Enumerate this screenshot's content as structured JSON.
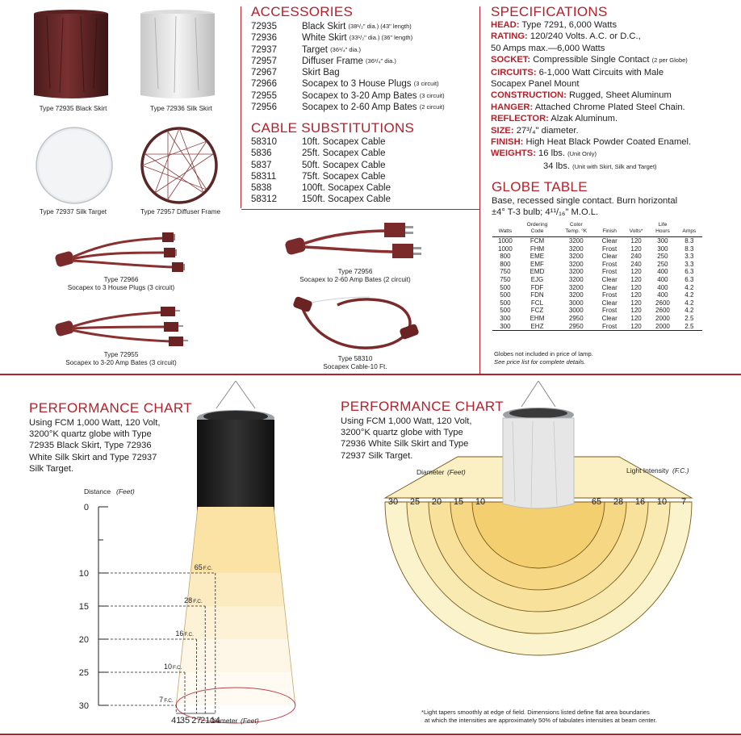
{
  "photos": {
    "black_skirt_caption": "Type 72935 Black Skirt",
    "silk_skirt_caption": "Type 72936 Silk Skirt",
    "silk_target_caption": "Type 72937 Silk Target",
    "diffuser_frame_caption": "Type 72957 Diffuser Frame",
    "house_plugs_caption_1": "Type 72966",
    "house_plugs_caption_2": "Socapex to 3 House Plugs (3 circuit)",
    "bates60_caption_1": "Type 72956",
    "bates60_caption_2": "Socapex to 2-60 Amp Bates (2 circuit)",
    "bates20_caption_1": "Type 72955",
    "bates20_caption_2": "Socapex to 3-20 Amp Bates (3 circuit)",
    "cable_caption_1": "Type 58310",
    "cable_caption_2": "Socapex Cable-10 Ft."
  },
  "accessories": {
    "title": "ACCESSORIES",
    "items": [
      {
        "code": "72935",
        "name": "Black Skirt",
        "note": "(38¹/₂\" dia.) (43\" length)"
      },
      {
        "code": "72936",
        "name": "White Skirt",
        "note": "(33¹/₂\" dia.) (36\" length)"
      },
      {
        "code": "72937",
        "name": "Target",
        "note": "(36¹/₄\" dia.)"
      },
      {
        "code": "72957",
        "name": "Diffuser Frame",
        "note": "(36¹/₄\" dia.)"
      },
      {
        "code": "72967",
        "name": "Skirt Bag",
        "note": ""
      },
      {
        "code": "72966",
        "name": "Socapex to 3 House Plugs",
        "note": "(3 circuit)"
      },
      {
        "code": "72955",
        "name": "Socapex to 3-20 Amp Bates",
        "note": "(3 circuit)"
      },
      {
        "code": "72956",
        "name": "Socapex to 2-60 Amp Bates",
        "note": "(2 circuit)"
      }
    ]
  },
  "cables": {
    "title": "CABLE SUBSTITUTIONS",
    "items": [
      {
        "code": "58310",
        "name": "10ft. Socapex Cable"
      },
      {
        "code": "5836",
        "name": "25ft. Socapex Cable"
      },
      {
        "code": "5837",
        "name": "50ft. Socapex Cable"
      },
      {
        "code": "58311",
        "name": "75ft. Socapex Cable"
      },
      {
        "code": "5838",
        "name": "100ft. Socapex Cable"
      },
      {
        "code": "58312",
        "name": "150ft. Socapex Cable"
      }
    ]
  },
  "specifications": {
    "title": "SPECIFICATIONS",
    "head_label": "HEAD:",
    "head": "Type 7291, 6,000 Watts",
    "rating_label": "RATING:",
    "rating_1": "120/240 Volts. A.C. or D.C.,",
    "rating_2": "50 Amps max.—6,000 Watts",
    "socket_label": "SOCKET:",
    "socket": "Compressible Single Contact",
    "socket_note": "(2 per Globe)",
    "circuits_label": "CIRCUITS:",
    "circuits_1": "6-1,000 Watt Circuits with Male",
    "circuits_2": "Socapex Panel Mount",
    "construction_label": "CONSTRUCTION:",
    "construction": "Rugged, Sheet Aluminum",
    "hanger_label": "HANGER:",
    "hanger": "Attached Chrome Plated Steel Chain.",
    "reflector_label": "REFLECTOR:",
    "reflector": "Alzak Aluminum.",
    "size_label": "SIZE:",
    "size": "27³/₄\" diameter.",
    "finish_label": "FINISH:",
    "finish": "High Heat Black Powder Coated Enamel.",
    "weights_label": "WEIGHTS:",
    "weight_1": "16 lbs.",
    "weight_1_note": "(Unit Only)",
    "weight_2": "34 lbs.",
    "weight_2_note": "(Unit with Skirt, Silk and Target)"
  },
  "globe_table": {
    "title": "GLOBE TABLE",
    "intro_1": "Base, recessed single contact. Burn horizontal",
    "intro_2": "±4° T-3 bulb; 4¹¹/₁₆\" M.O.L.",
    "headers": {
      "watts": "Watts",
      "code_1": "Ordering",
      "code_2": "Code",
      "temp_1": "Color",
      "temp_2": "Temp. °K",
      "finish": "Finish",
      "volts": "Volts*",
      "life_1": "Life",
      "life_2": "Hours",
      "amps": "Amps"
    },
    "rows": [
      [
        "1000",
        "FCM",
        "3200",
        "Clear",
        "120",
        "300",
        "8.3"
      ],
      [
        "1000",
        "FHM",
        "3200",
        "Frost",
        "120",
        "300",
        "8.3"
      ],
      [
        "800",
        "EME",
        "3200",
        "Clear",
        "240",
        "250",
        "3.3"
      ],
      [
        "800",
        "EMF",
        "3200",
        "Frost",
        "240",
        "250",
        "3.3"
      ],
      [
        "750",
        "EMD",
        "3200",
        "Frost",
        "120",
        "400",
        "6.3"
      ],
      [
        "750",
        "EJG",
        "3200",
        "Clear",
        "120",
        "400",
        "6.3"
      ],
      [
        "500",
        "FDF",
        "3200",
        "Clear",
        "120",
        "400",
        "4.2"
      ],
      [
        "500",
        "FDN",
        "3200",
        "Frost",
        "120",
        "400",
        "4.2"
      ],
      [
        "500",
        "FCL",
        "3000",
        "Clear",
        "120",
        "2600",
        "4.2"
      ],
      [
        "500",
        "FCZ",
        "3000",
        "Frost",
        "120",
        "2600",
        "4.2"
      ],
      [
        "300",
        "EHM",
        "2950",
        "Clear",
        "120",
        "2000",
        "2.5"
      ],
      [
        "300",
        "EHZ",
        "2950",
        "Frost",
        "120",
        "2000",
        "2.5"
      ]
    ],
    "note_1": "Globes not included in price of lamp.",
    "note_2": "See price list for complete details."
  },
  "perf_left": {
    "title": "PERFORMANCE CHART",
    "desc": [
      "Using FCM 1,000 Watt, 120 Volt,",
      "3200°K quartz globe with Type",
      "72935 Black Skirt, Type 72936",
      "White Silk Skirt and Type 72937",
      "Silk Target."
    ]
  },
  "perf_right": {
    "title": "PERFORMANCE CHART",
    "desc": [
      "Using FCM 1,000 Watt, 120 Volt,",
      "3200°K quartz globe with Type",
      "72936 White Silk Skirt and Type",
      "72937 Silk Target."
    ],
    "footnote_1": "*Light tapers smoothly at edge of field. Dimensions listed define flat area boundaries",
    "footnote_2": "at which the intensities are approximately 50% of tabulates intensities at beam center."
  },
  "chart_data": [
    {
      "type": "line",
      "title": "PERFORMANCE CHART",
      "ylabel_text": "Distance",
      "ylabel_unit": "(Feet)",
      "xlabel_text": "Diameter",
      "xlabel_unit": "(Feet)",
      "distance_ticks": [
        0,
        10,
        15,
        20,
        25,
        30
      ],
      "diameter_ticks": [
        41,
        35,
        27,
        21,
        14
      ],
      "fc_unit": "F.C.",
      "points": [
        {
          "distance": 10,
          "diameter": 14,
          "fc": 65
        },
        {
          "distance": 15,
          "diameter": 21,
          "fc": 28
        },
        {
          "distance": 20,
          "diameter": 27,
          "fc": 16
        },
        {
          "distance": 25,
          "diameter": 35,
          "fc": 10
        },
        {
          "distance": 30,
          "diameter": 41,
          "fc": 7
        }
      ]
    },
    {
      "type": "area",
      "title": "PERFORMANCE CHART",
      "diameter_label": "Diameter",
      "diameter_unit": "(Feet)",
      "intensity_label": "Light Intensity",
      "intensity_unit": "(F.C.)",
      "rings": [
        {
          "diameter": 10,
          "fc": 65
        },
        {
          "diameter": 15,
          "fc": 28
        },
        {
          "diameter": 20,
          "fc": 16
        },
        {
          "diameter": 25,
          "fc": 10
        },
        {
          "diameter": 30,
          "fc": 7
        }
      ]
    }
  ]
}
